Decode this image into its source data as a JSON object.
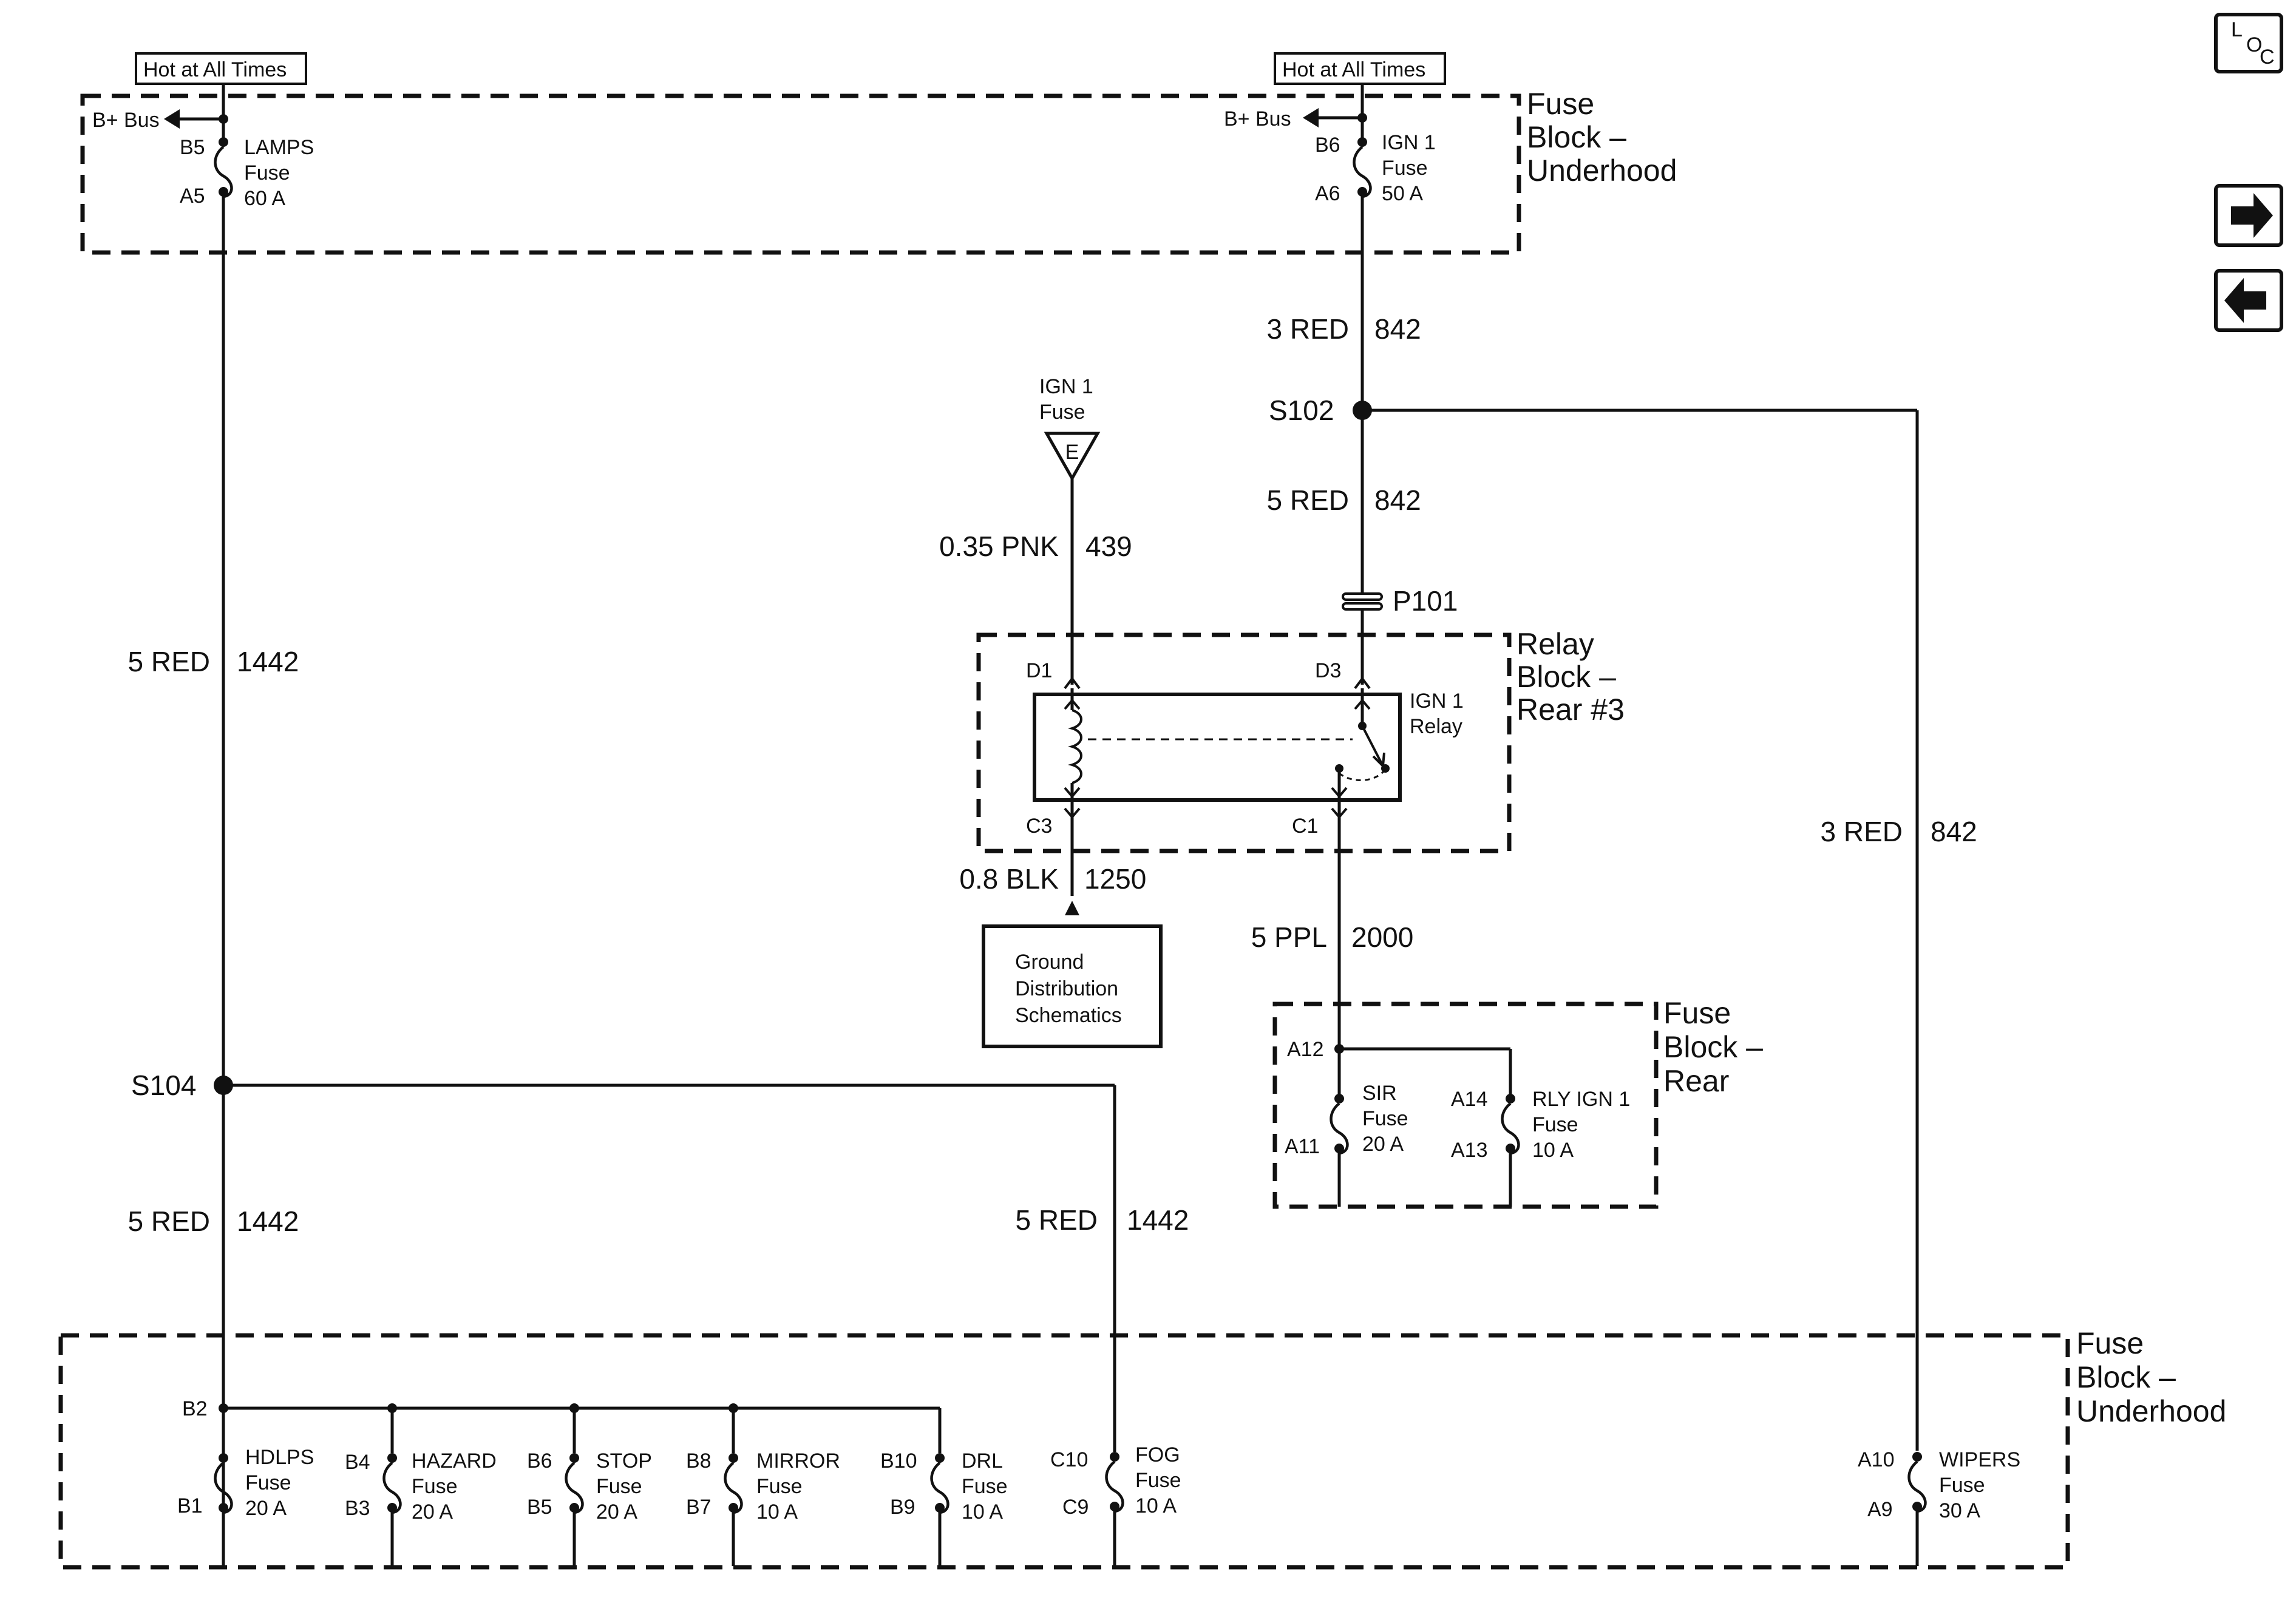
{
  "nav": {
    "loc_l": "L",
    "loc_o": "O",
    "loc_c": "C",
    "next_icon": "arrow-right-icon",
    "prev_icon": "arrow-left-icon"
  },
  "headers": {
    "hot_left": "Hot at All Times",
    "hot_right": "Hot at All Times"
  },
  "fuse_block_top": {
    "label_1": "Fuse",
    "label_2": "Block –",
    "label_3": "Underhood",
    "bbus_left": "B+ Bus",
    "bbus_right": "B+ Bus",
    "lamps": {
      "top_pin": "B5",
      "bottom_pin": "A5",
      "name": "LAMPS",
      "kind": "Fuse",
      "rating": "60 A"
    },
    "ign1": {
      "top_pin": "B6",
      "bottom_pin": "A6",
      "name": "IGN 1",
      "kind": "Fuse",
      "rating": "50 A"
    }
  },
  "wires": {
    "w1442_a_gauge": "5 RED",
    "w1442_a_circuit": "1442",
    "w1442_b_gauge": "5 RED",
    "w1442_b_circuit": "1442",
    "w1442_c_gauge": "5 RED",
    "w1442_c_circuit": "1442",
    "w842_a_gauge": "3 RED",
    "w842_a_circuit": "842",
    "w842_b_gauge": "5 RED",
    "w842_b_circuit": "842",
    "w842_c_gauge": "3 RED",
    "w842_c_circuit": "842",
    "w439_gauge": "0.35 PNK",
    "w439_circuit": "439",
    "w1250_gauge": "0.8 BLK",
    "w1250_circuit": "1250",
    "w2000_gauge": "5 PPL",
    "w2000_circuit": "2000"
  },
  "splices": {
    "s102": "S102",
    "s104": "S104",
    "p101": "P101"
  },
  "ign_ref": {
    "line1": "IGN 1",
    "line2": "Fuse",
    "letter": "E"
  },
  "relay_block": {
    "label_1": "Relay",
    "label_2": "Block –",
    "label_3": "Rear #3",
    "d1": "D1",
    "d3": "D3",
    "c3": "C3",
    "c1": "C1",
    "relay_name": "IGN 1",
    "relay_kind": "Relay"
  },
  "ground_box": {
    "line1": "Ground",
    "line2": "Distribution",
    "line3": "Schematics"
  },
  "fuse_block_rear": {
    "label_1": "Fuse",
    "label_2": "Block –",
    "label_3": "Rear",
    "a12": "A12",
    "sir": {
      "top_pin": "",
      "bottom_pin": "A11",
      "name": "SIR",
      "kind": "Fuse",
      "rating": "20 A"
    },
    "rly": {
      "top_pin": "A14",
      "bottom_pin": "A13",
      "name": "RLY IGN 1",
      "kind": "Fuse",
      "rating": "10 A"
    }
  },
  "fuse_block_bottom": {
    "label_1": "Fuse",
    "label_2": "Block –",
    "label_3": "Underhood",
    "b2": "B2",
    "hdlps": {
      "top_pin": "",
      "bottom_pin": "B1",
      "name": "HDLPS",
      "kind": "Fuse",
      "rating": "20 A"
    },
    "hazard": {
      "top_pin": "B4",
      "bottom_pin": "B3",
      "name": "HAZARD",
      "kind": "Fuse",
      "rating": "20 A"
    },
    "stop": {
      "top_pin": "B6",
      "bottom_pin": "B5",
      "name": "STOP",
      "kind": "Fuse",
      "rating": "20 A"
    },
    "mirror": {
      "top_pin": "B8",
      "bottom_pin": "B7",
      "name": "MIRROR",
      "kind": "Fuse",
      "rating": "10 A"
    },
    "drl": {
      "top_pin": "B10",
      "bottom_pin": "B9",
      "name": "DRL",
      "kind": "Fuse",
      "rating": "10 A"
    },
    "fog": {
      "top_pin": "C10",
      "bottom_pin": "C9",
      "name": "FOG",
      "kind": "Fuse",
      "rating": "10 A"
    },
    "wipers": {
      "top_pin": "A10",
      "bottom_pin": "A9",
      "name": "WIPERS",
      "kind": "Fuse",
      "rating": "30 A"
    }
  }
}
